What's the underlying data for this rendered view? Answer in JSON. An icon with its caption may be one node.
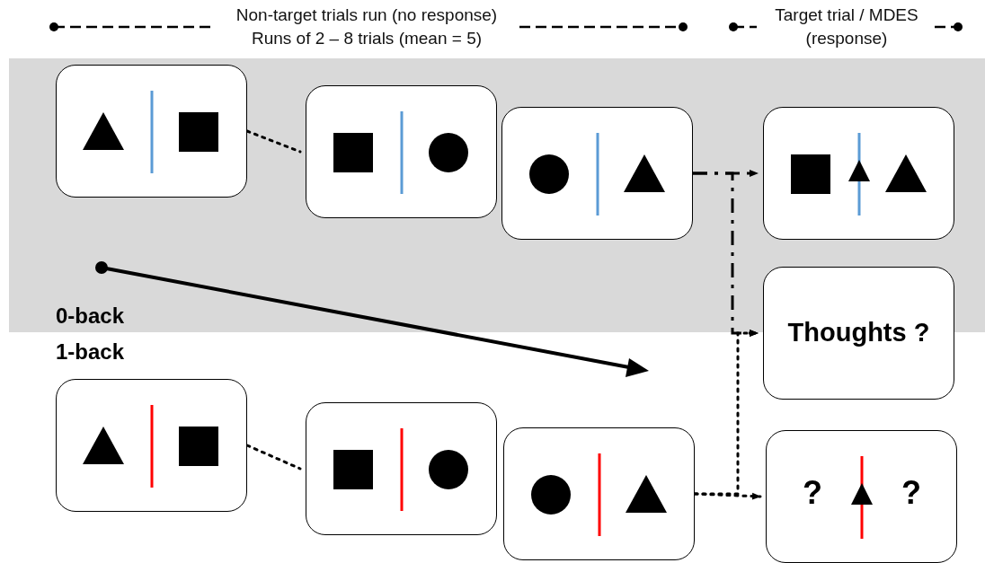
{
  "diagram": {
    "nodes": [
      {
        "text": [],
        "shape": "box"
      },
      {
        "text": [],
        "shape": "box"
      },
      {
        "text": [],
        "shape": "box"
      },
      {
        "text": [],
        "shape": "box"
      },
      {
        "text": [
          "Thoughts ?"
        ]
      },
      {
        "text": [],
        "shape": "box"
      },
      {
        "text": [],
        "shape": "box"
      },
      {
        "text": [],
        "shape": "box"
      },
      {
        "text": [
          "?",
          "?"
        ]
      }
    ],
    "edges": [
      {
        "from": 0,
        "to": 1,
        "arrow": "none"
      },
      {
        "from": 2,
        "to": 3,
        "arrow": "to",
        "style": "dashed"
      },
      {
        "from": 2,
        "to": 4,
        "arrow": "to",
        "style": "dashed"
      },
      {
        "from": 5,
        "to": 6,
        "arrow": "none"
      },
      {
        "from": 7,
        "to": 8,
        "arrow": "to"
      },
      {
        "from": 7,
        "to": 4,
        "arrow": "to"
      }
    ],
    "labels": [
      "Non-target trials run (no response)",
      "Runs of 2 – 8 trials (mean = 5)",
      "Target trial / MDES",
      "(response)",
      "0-back",
      "1-back"
    ]
  }
}
